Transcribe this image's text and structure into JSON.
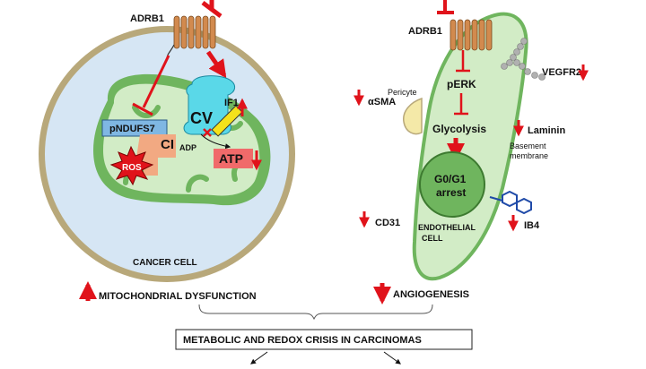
{
  "colors": {
    "arrow_red": "#e0131b",
    "cell_fill": "#d6e6f4",
    "mito_green": "#6fb55e",
    "endo_fill": "#d2ecc6",
    "receptor": "#d28a4e",
    "cv": "#5ad8e8",
    "atp": "#f06a6a",
    "pndufs7": "#7fb7e3",
    "ci": "#f2a982"
  },
  "cancer_cell": {
    "receptor_label": "ADRB1",
    "pndufs7": "pNDUFS7",
    "ci": "CI",
    "ros": "ROS",
    "cv": "CV",
    "if1": "IF1",
    "adp": "ADP",
    "atp": "ATP",
    "cell_label": "CANCER CELL"
  },
  "endothelial_cell": {
    "receptor_label": "ADRB1",
    "vegfr2": "VEGFR2",
    "pericyte": "Pericyte",
    "perk": "pERK",
    "asma": "αSMA",
    "glycolysis": "Glycolysis",
    "laminin": "Laminin",
    "basement_line1": "Basement",
    "basement_line2": "membrane",
    "arrest_line1": "G0/G1",
    "arrest_line2": "arrest",
    "cd31": "CD31",
    "cell_line1": "ENDOTHELIAL",
    "cell_line2": "CELL",
    "ib4": "IB4"
  },
  "bottom": {
    "left_label": "MITOCHONDRIAL DYSFUNCTION",
    "right_label": "ANGIOGENESIS",
    "crisis_label": "METABOLIC AND REDOX CRISIS IN CARCINOMAS"
  }
}
